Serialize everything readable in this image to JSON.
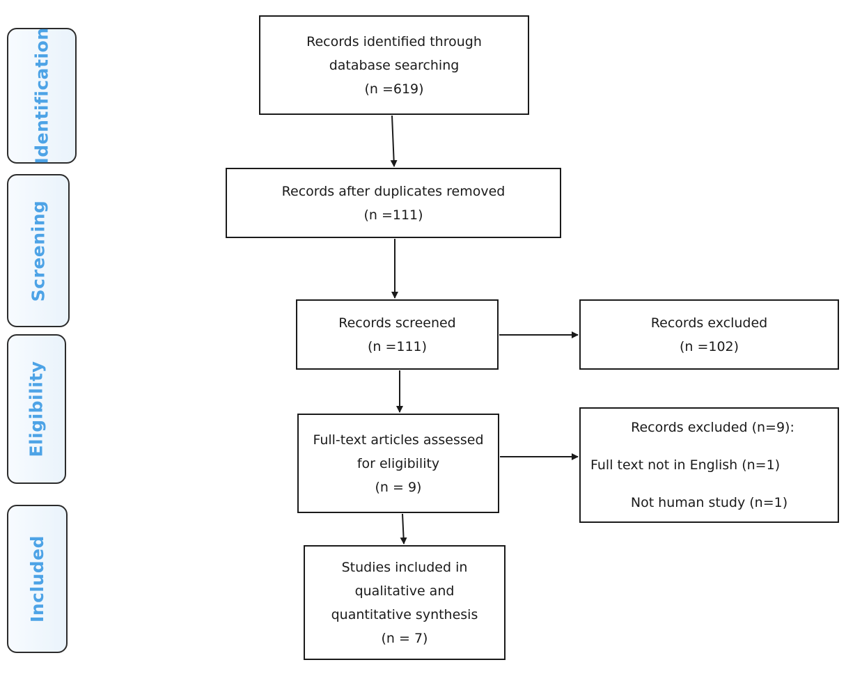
{
  "phases": {
    "identification": "Identification",
    "screening": "Screening",
    "eligibility": "Eligibility",
    "included": "Included"
  },
  "boxes": {
    "identified": {
      "line1": "Records identified through",
      "line2": "database searching",
      "line3": "(n =619)"
    },
    "deduplicated": {
      "line1": "Records after duplicates removed",
      "line2": "(n =111)"
    },
    "screened": {
      "line1": "Records screened",
      "line2": "(n =111)"
    },
    "excluded_screening": {
      "line1": "Records excluded",
      "line2": "(n =102)"
    },
    "fulltext": {
      "line1": "Full-text articles assessed",
      "line2": "for eligibility",
      "line3": "(n = 9)"
    },
    "excluded_fulltext": {
      "line1": "Records excluded (n=9):",
      "line2": "Full text not in English (n=1)",
      "line3": "Not human study (n=1)"
    },
    "included": {
      "line1": "Studies included in",
      "line2": "qualitative and",
      "line3": "quantitative synthesis",
      "line4": "(n = 7)"
    }
  },
  "colors": {
    "phase_text": "#4da3e6",
    "border": "#1a1a1a"
  }
}
